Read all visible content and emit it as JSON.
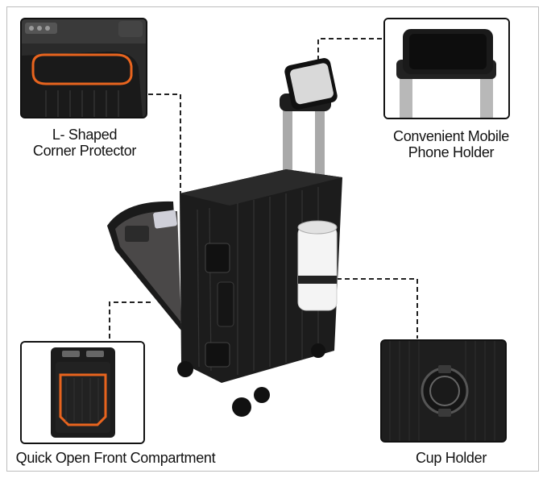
{
  "callouts": {
    "corner": {
      "line1": "L- Shaped",
      "line2": "Corner Protector"
    },
    "phone": {
      "line1": "Convenient Mobile",
      "line2": "Phone Holder"
    },
    "front": {
      "label": "Quick Open Front Compartment"
    },
    "cup": {
      "label": "Cup Holder"
    }
  },
  "colors": {
    "luggage_body": "#1c1c1c",
    "accent_orange": "#e8641e",
    "frame_line": "#bdbdbd",
    "dash": "#222222"
  }
}
